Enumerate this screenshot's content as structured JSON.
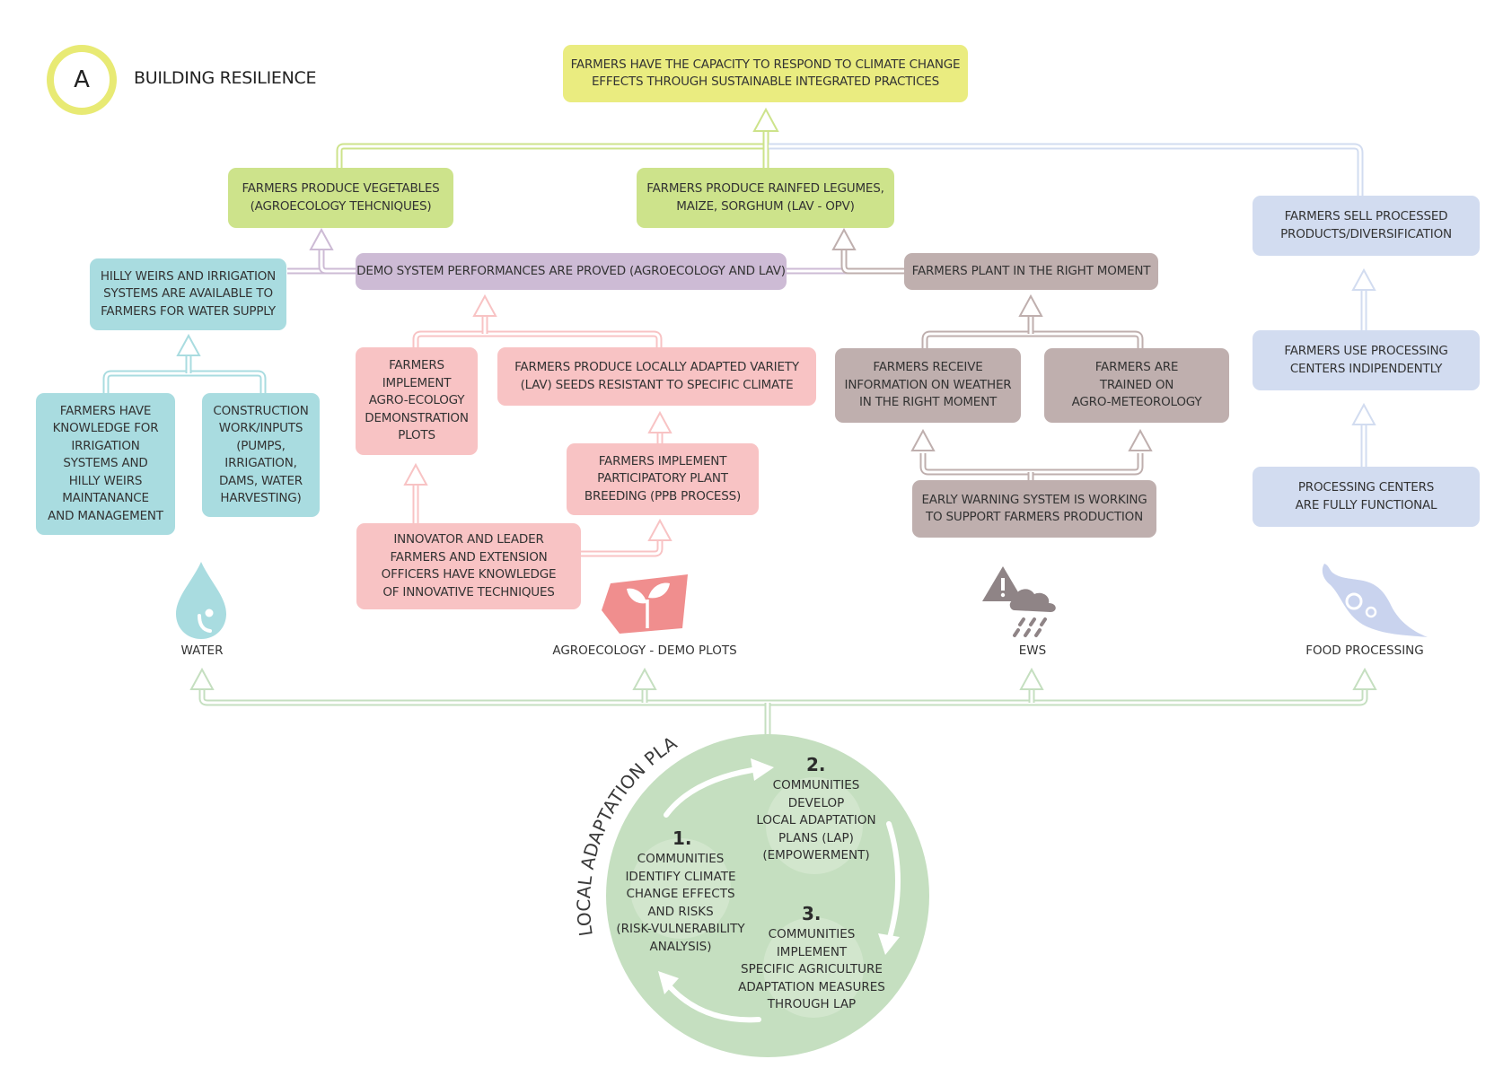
{
  "header": {
    "badge_letter": "A",
    "title": "BUILDING RESILIENCE"
  },
  "goal": "FARMERS HAVE THE CAPACITY TO RESPOND TO CLIMATE CHANGE\nEFFECTS THROUGH SUSTAINABLE INTEGRATED PRACTICES",
  "outcomes": {
    "vegetables": "FARMERS PRODUCE VEGETABLES\n(AGROECOLOGY TEHCNIQUES)",
    "legumes": "FARMERS PRODUCE RAINFED LEGUMES,\nMAIZE, SORGHUM (LAV - OPV)",
    "sell_processed": "FARMERS SELL PROCESSED\nPRODUCTS/DIVERSIFICATION"
  },
  "water": {
    "weirs": "HILLY WEIRS AND IRRIGATION\nSYSTEMS ARE AVAILABLE TO\nFARMERS FOR WATER SUPPLY",
    "knowledge": "FARMERS HAVE\nKNOWLEDGE FOR\nIRRIGATION\nSYSTEMS AND\nHILLY WEIRS\nMAINTANANCE\nAND MANAGEMENT",
    "construction": "CONSTRUCTION\nWORK/INPUTS\n(PUMPS,\nIRRIGATION,\nDAMS, WATER\nHARVESTING)"
  },
  "demo": {
    "proved": "DEMO SYSTEM PERFORMANCES ARE PROVED (AGROECOLOGY AND LAV)",
    "implement_plots": "FARMERS\nIMPLEMENT\nAGRO-ECOLOGY\nDEMONSTRATION\nPLOTS",
    "lav_seeds": "FARMERS PRODUCE LOCALLY ADAPTED VARIETY\n(LAV) SEEDS RESISTANT TO SPECIFIC CLIMATE",
    "ppb": "FARMERS IMPLEMENT\nPARTICIPATORY PLANT\nBREEDING (PPB PROCESS)",
    "innovator": "INNOVATOR AND LEADER\nFARMERS AND EXTENSION\nOFFICERS HAVE KNOWLEDGE\nOF INNOVATIVE TECHNIQUES"
  },
  "ews": {
    "right_moment": "FARMERS PLANT IN THE RIGHT MOMENT",
    "receive_info": "FARMERS RECEIVE\nINFORMATION ON WEATHER\nIN THE RIGHT MOMENT",
    "trained": "FARMERS ARE\nTRAINED ON\nAGRO-METEOROLOGY",
    "warning": "EARLY WARNING SYSTEM IS WORKING\nTO SUPPORT FARMERS PRODUCTION"
  },
  "food": {
    "use_centers": "FARMERS USE PROCESSING\nCENTERS INDIPENDENTLY",
    "centers_functional": "PROCESSING CENTERS\nARE FULLY FUNCTIONAL"
  },
  "categories": {
    "water": "WATER",
    "agroecology": "AGROECOLOGY - DEMO PLOTS",
    "ews": "EWS",
    "food": "FOOD PROCESSING"
  },
  "cycle": {
    "arc_label": "LOCAL ADAPTATION PLANS",
    "step1_num": "1.",
    "step1": "COMMUNITIES\nIDENTIFY CLIMATE\nCHANGE EFFECTS\nAND RISKS\n(RISK-VULNERABILITY\nANALYSIS)",
    "step2_num": "2.",
    "step2": "COMMUNITIES\nDEVELOP\nLOCAL ADAPTATION\nPLANS  (LAP)\n(EMPOWERMENT)",
    "step3_num": "3.",
    "step3": "COMMUNITIES\nIMPLEMENT\nSPECIFIC AGRICULTURE\nADAPTATION MEASURES\nTHROUGH  LAP"
  },
  "icons": [
    "water-drop-icon",
    "seedling-icon",
    "weather-warning-icon",
    "chili-gear-icon"
  ],
  "colors": {
    "green": "#cde38b",
    "yellow": "#eaec80",
    "teal": "#a9dce0",
    "purple": "#cdbbd5",
    "pink": "#f8c3c4",
    "brown": "#bfafae",
    "blue": "#d2dcf0",
    "circle": "#c5dfc0"
  }
}
